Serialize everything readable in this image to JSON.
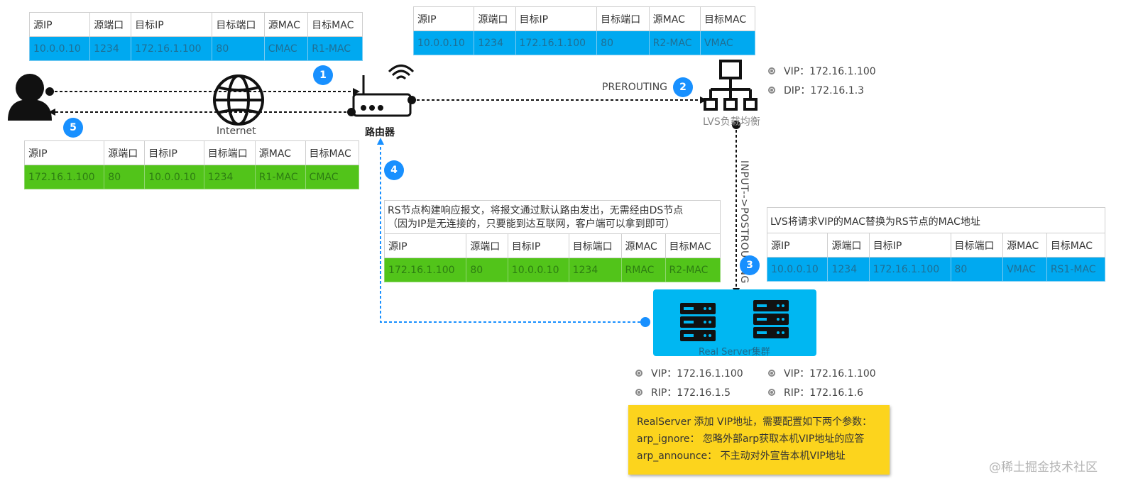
{
  "headers": [
    "源IP",
    "源端口",
    "目标IP",
    "目标端口",
    "源MAC",
    "目标MAC"
  ],
  "packets": {
    "step1": [
      "10.0.0.10",
      "1234",
      "172.16.1.100",
      "80",
      "CMAC",
      "R1-MAC"
    ],
    "step2": [
      "10.0.0.10",
      "1234",
      "172.16.1.100",
      "80",
      "R2-MAC",
      "VMAC"
    ],
    "step3": [
      "10.0.0.10",
      "1234",
      "172.16.1.100",
      "80",
      "VMAC",
      "RS1-MAC"
    ],
    "step4": [
      "172.16.1.100",
      "80",
      "10.0.0.10",
      "1234",
      "RMAC",
      "R2-MAC"
    ],
    "step5": [
      "172.16.1.100",
      "80",
      "10.0.0.10",
      "1234",
      "R1-MAC",
      "CMAC"
    ]
  },
  "badges": [
    "1",
    "2",
    "3",
    "4",
    "5"
  ],
  "labels": {
    "internet": "Internet",
    "router": "路由器",
    "prerouting": "PREROUTING",
    "lvs": "LVS负载均衡",
    "chain": "INPUT-->POSTROUTING",
    "cluster": "Real Server集群"
  },
  "lvs_ips": {
    "vip": "VIP：172.16.1.100",
    "dip": "DIP：172.16.1.3"
  },
  "rs1_ips": {
    "vip": "VIP：172.16.1.100",
    "rip": "RIP：172.16.1.5"
  },
  "rs2_ips": {
    "vip": "VIP：172.16.1.100",
    "rip": "RIP：172.16.1.6"
  },
  "notes": {
    "rs_response_line1": "RS节点构建响应报文，将报文通过默认路由发出，无需经由DS节点",
    "rs_response_line2": "（因为IP是无连接的，只要能到达互联网，客户端可以拿到即可）",
    "lvs_replace": "LVS将请求VIP的MAC替换为RS节点的MAC地址"
  },
  "yellow_note": {
    "line1": "RealServer 添加 VIP地址，需要配置如下两个参数：",
    "line2": "arp_ignore：  忽略外部arp获取本机VIP地址的应答",
    "line3": "arp_announce：  不主动对外宣告本机VIP地址"
  },
  "watermark": "@稀土掘金技术社区",
  "colors": {
    "blue_row": "#00a9f0",
    "green_row": "#52c41a",
    "badge": "#1890ff",
    "cluster": "#00b7f2",
    "note": "#fcd41d",
    "arrow_dark": "#111111",
    "arrow_blue": "#1890ff"
  }
}
